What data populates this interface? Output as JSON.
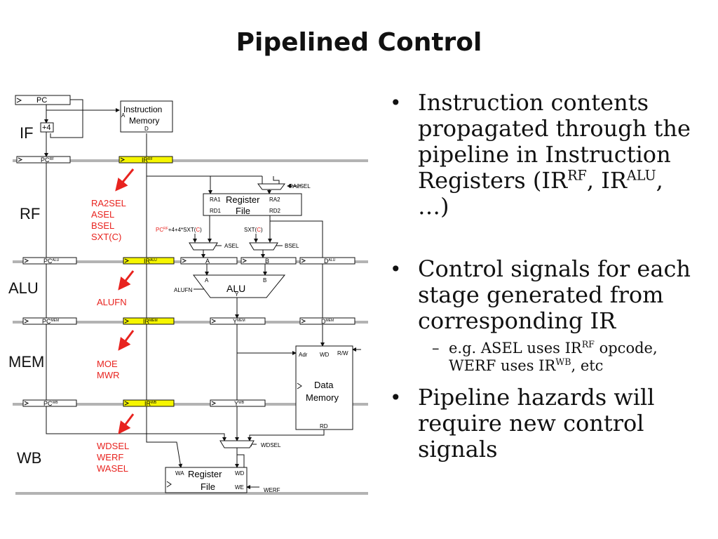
{
  "title": "Pipelined Control",
  "stages": {
    "if": "IF",
    "rf": "RF",
    "alu": "ALU",
    "mem": "MEM",
    "wb": "WB"
  },
  "control": {
    "rf": [
      "RA2SEL",
      "ASEL",
      "BSEL",
      "SXT(C)"
    ],
    "alu": [
      "ALUFN"
    ],
    "mem": [
      "MOE",
      "MWR"
    ],
    "wb": [
      "WDSEL",
      "WERF",
      "WASEL"
    ]
  },
  "diagram": {
    "pc": "PC",
    "plus4": "+4",
    "imem_line1": "Instruction",
    "imem_line2": "Memory",
    "port_a": "A",
    "port_d": "D",
    "pc_rf": "PC",
    "pc_rf_sup": "RF",
    "ir_rf": "IR",
    "ir_rf_sup": "RF",
    "ra2sel": "RA2SEL",
    "rf_ra1": "RA1",
    "rf_ra2": "RA2",
    "rf_rd1": "RD1",
    "rf_rd2": "RD2",
    "rf_line1": "Register",
    "rf_line2": "File",
    "pc_branch_a": "PC",
    "pc_branch_sup": "RF",
    "pc_branch_b": "+4+4*SXT(",
    "pc_branch_c": "C",
    "pc_branch_d": ")",
    "sxt_a": "SXT(",
    "sxt_c": "C",
    "sxt_d": ")",
    "asel": "ASEL",
    "bsel": "BSEL",
    "pc_alu": "PC",
    "pc_alu_sup": "ALU",
    "ir_alu": "IR",
    "ir_alu_sup": "ALU",
    "reg_a": "A",
    "reg_b": "B",
    "d_alu": "D",
    "d_alu_sup": "ALU",
    "alu_in_a": "A",
    "alu_in_b": "B",
    "alufn": "ALUFN",
    "alu": "ALU",
    "alu_out_y": "Y",
    "pc_mem": "PC",
    "pc_mem_sup": "MEM",
    "ir_mem": "IR",
    "ir_mem_sup": "MEM",
    "y_mem": "Y",
    "y_mem_sup": "MEM",
    "d_mem": "D",
    "d_mem_sup": "MEM",
    "dm_adr": "Adr",
    "dm_wd": "WD",
    "dm_rw": "R/W",
    "dm_line1": "Data",
    "dm_line2": "Memory",
    "dm_rd": "RD",
    "pc_wb": "PC",
    "pc_wb_sup": "WB",
    "ir_wb": "IR",
    "ir_wb_sup": "WB",
    "y_wb": "Y",
    "y_wb_sup": "WB",
    "wdsel": "WDSEL",
    "wb_wa": "WA",
    "wb_wd": "WD",
    "wb_we": "WE",
    "wb_line1": "Register",
    "wb_line2": "File",
    "werf": "WERF"
  },
  "bullets": {
    "b1_text": "Instruction contents propagated through the pipeline in Instruction Registers (IR",
    "b1_sup1": "RF",
    "b1_mid": ", IR",
    "b1_sup2": "ALU",
    "b1_end": ", …)",
    "b2_text": "Control signals for each stage generated from corresponding IR",
    "sub_text": "e.g. ASEL uses IR",
    "sub_sup1": "RF",
    "sub_mid": " opcode, WERF uses IR",
    "sub_sup2": "WB",
    "sub_end": ", etc",
    "b3_text": "Pipeline hazards will require new control signals"
  },
  "colors": {
    "control_red": "#e8231f",
    "highlight_yellow": "#f6f600",
    "pipeline_gray": "#b3b3b3"
  },
  "icons": {
    "bullet": "•",
    "dash": "–"
  }
}
